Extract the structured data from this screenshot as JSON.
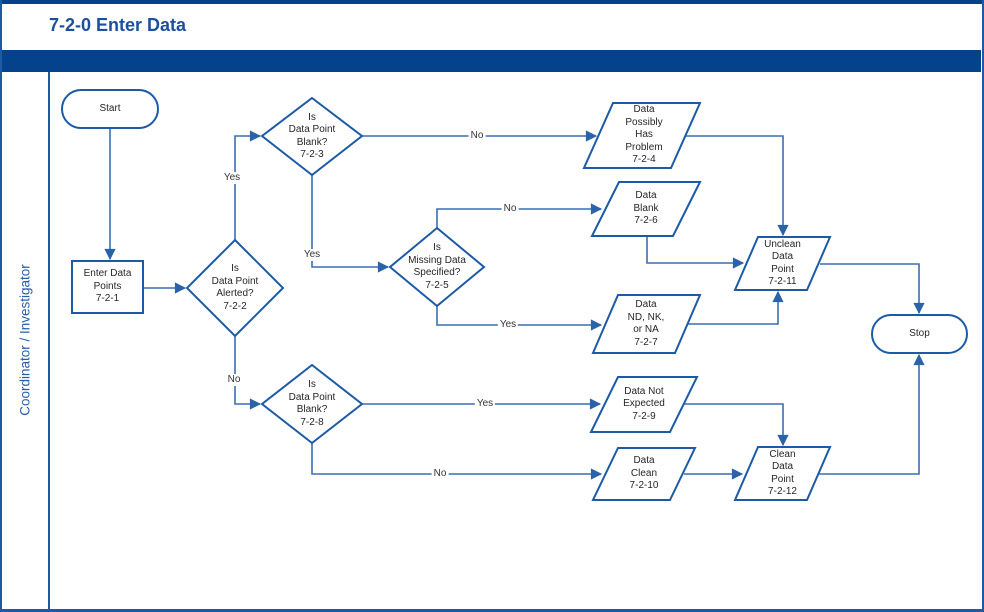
{
  "header": {
    "title": "7-2-0 Enter Data"
  },
  "lane": {
    "label": "Coordinator / Investigator"
  },
  "colors": {
    "band_navy": "#04438C",
    "shape_border": "#1C5AA6",
    "connector_blue": "#3A6FB0",
    "title_text": "#1C4F9E",
    "lane_text": "#2061AE",
    "node_text": "#262626"
  },
  "flowchart": {
    "nodes": [
      {
        "id": "start",
        "type": "terminator",
        "label": "Start"
      },
      {
        "id": "7-2-1",
        "type": "process",
        "label": "Enter Data\nPoints\n7-2-1"
      },
      {
        "id": "7-2-2",
        "type": "decision",
        "label": "Is\nData Point\nAlerted?\n7-2-2"
      },
      {
        "id": "7-2-3",
        "type": "decision",
        "label": "Is\nData Point\nBlank?\n7-2-3"
      },
      {
        "id": "7-2-4",
        "type": "data",
        "label": "Data\nPossibly\nHas\nProblem\n7-2-4"
      },
      {
        "id": "7-2-5",
        "type": "decision",
        "label": "Is\nMissing Data\nSpecified?\n7-2-5"
      },
      {
        "id": "7-2-6",
        "type": "data",
        "label": "Data\nBlank\n7-2-6"
      },
      {
        "id": "7-2-7",
        "type": "data",
        "label": "Data\nND, NK,\nor NA\n7-2-7"
      },
      {
        "id": "7-2-8",
        "type": "decision",
        "label": "Is\nData Point\nBlank?\n7-2-8"
      },
      {
        "id": "7-2-9",
        "type": "data",
        "label": "Data Not\nExpected\n7-2-9"
      },
      {
        "id": "7-2-10",
        "type": "data",
        "label": "Data\nClean\n7-2-10"
      },
      {
        "id": "7-2-11",
        "type": "data",
        "label": "Unclean\nData\nPoint\n7-2-11"
      },
      {
        "id": "7-2-12",
        "type": "data",
        "label": "Clean\nData\nPoint\n7-2-12"
      },
      {
        "id": "stop",
        "type": "terminator",
        "label": "Stop"
      }
    ],
    "edge_labels": [
      {
        "id": "yes-2-2-to-2-3",
        "text": "Yes"
      },
      {
        "id": "no-2-3-to-2-4",
        "text": "No"
      },
      {
        "id": "yes-2-3-to-2-5",
        "text": "Yes"
      },
      {
        "id": "no-2-5-to-2-6",
        "text": "No"
      },
      {
        "id": "yes-2-5-to-2-7",
        "text": "Yes"
      },
      {
        "id": "no-2-2-to-2-8",
        "text": "No"
      },
      {
        "id": "yes-2-8-to-2-9",
        "text": "Yes"
      },
      {
        "id": "no-2-8-to-2-10",
        "text": "No"
      }
    ]
  }
}
